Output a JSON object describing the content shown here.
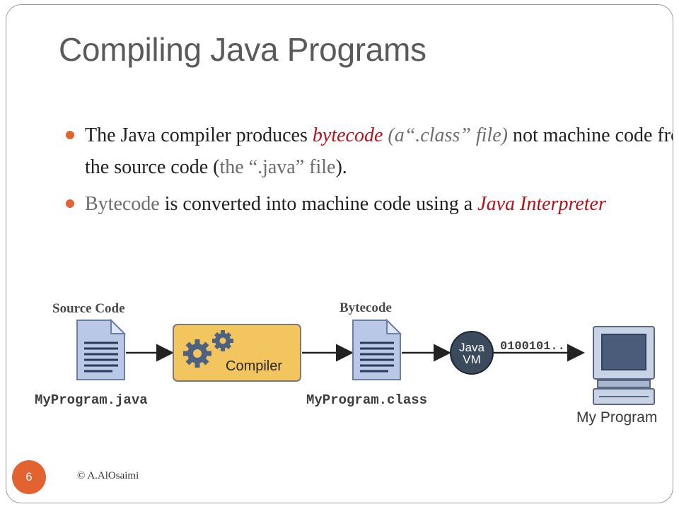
{
  "slide": {
    "title": "Compiling Java Programs",
    "bullets": [
      {
        "parts": [
          {
            "text": "The Java compiler produces ",
            "style": "normal"
          },
          {
            "text": "bytecode",
            "style": "red"
          },
          {
            "text": " (a“.class” file)",
            "style": "italic-gray"
          },
          {
            "text": " not machine code from the source code (",
            "style": "normal"
          },
          {
            "text": "the “.java” file",
            "style": "gray"
          },
          {
            "text": ").",
            "style": "normal"
          }
        ]
      },
      {
        "parts": [
          {
            "text": "Bytecode",
            "style": "gray"
          },
          {
            "text": " is converted into machine code using a ",
            "style": "normal"
          },
          {
            "text": "Java Interpreter",
            "style": "red"
          }
        ]
      }
    ],
    "page_number": "6",
    "footer": "© A.AlOsaimi"
  },
  "diagram": {
    "source_code_label": "Source Code",
    "bytecode_label": "Bytecode",
    "compiler_label": "Compiler",
    "java_file": "MyProgram.java",
    "class_file": "MyProgram.class",
    "vm_line1": "Java",
    "vm_line2": "VM",
    "binary_output": "0100101...",
    "program_label": "My Program"
  },
  "colors": {
    "accent": "#e2632f",
    "highlight_red": "#b5121b",
    "compiler_fill": "#f2c55e",
    "document_fill": "#b8c8e6",
    "gear_fill": "#4d6280",
    "vm_fill": "#3c4a5e"
  }
}
